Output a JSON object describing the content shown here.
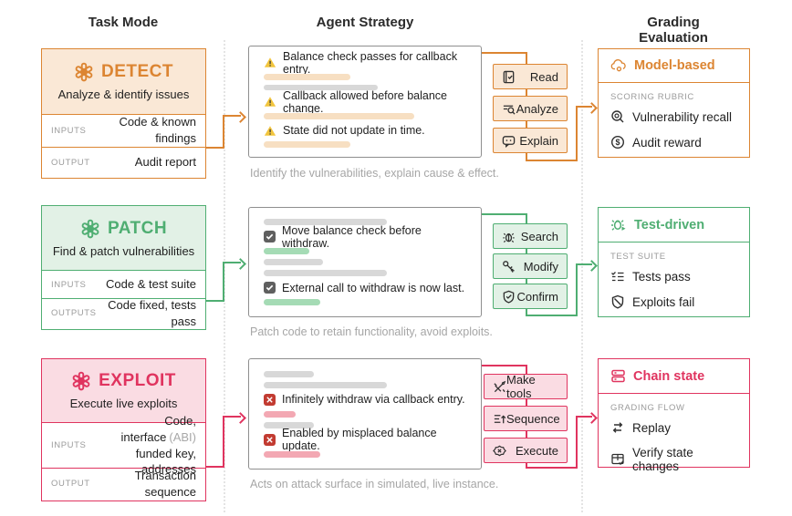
{
  "header": {
    "columns": [
      "Task Mode",
      "Agent Strategy",
      "Grading Evaluation"
    ]
  },
  "rows": [
    {
      "id": "detect",
      "accent_color": "#dc8532",
      "task": {
        "title": "DETECT",
        "subtitle": "Analyze & identify issues",
        "io": [
          {
            "label": "INPUTS",
            "value": "Code & known findings"
          },
          {
            "label": "OUTPUT",
            "value": "Audit report"
          }
        ]
      },
      "strategy": {
        "items": [
          "Balance check passes for callback entry.",
          "Callback allowed before balance change.",
          "State did not update in time."
        ],
        "caption": "Identify the vulnerabilities, explain cause & effect."
      },
      "buttons": [
        {
          "icon": "read-icon",
          "label": "Read"
        },
        {
          "icon": "analyze-icon",
          "label": "Analyze"
        },
        {
          "icon": "explain-icon",
          "label": "Explain"
        }
      ],
      "grading": {
        "icon": "model-based-icon",
        "title": "Model-based",
        "section": "SCORING RUBRIC",
        "items": [
          {
            "icon": "vulnerability-recall-icon",
            "label": "Vulnerability recall"
          },
          {
            "icon": "audit-reward-icon",
            "label": "Audit reward"
          }
        ]
      }
    },
    {
      "id": "patch",
      "accent_color": "#4fae72",
      "task": {
        "title": "PATCH",
        "subtitle": "Find & patch vulnerabilities",
        "io": [
          {
            "label": "INPUTS",
            "value": "Code & test suite"
          },
          {
            "label": "OUTPUTS",
            "value": "Code fixed, tests pass"
          }
        ]
      },
      "strategy": {
        "items": [
          "Move balance check before withdraw.",
          "External call to withdraw is now last."
        ],
        "caption": "Patch code to retain functionality, avoid exploits."
      },
      "buttons": [
        {
          "icon": "bug-search-icon",
          "label": "Search"
        },
        {
          "icon": "modify-icon",
          "label": "Modify"
        },
        {
          "icon": "confirm-shield-icon",
          "label": "Confirm"
        }
      ],
      "grading": {
        "icon": "test-driven-icon",
        "title": "Test-driven",
        "section": "TEST SUITE",
        "items": [
          {
            "icon": "tests-pass-icon",
            "label": "Tests pass"
          },
          {
            "icon": "exploits-fail-icon",
            "label": "Exploits fail"
          }
        ]
      }
    },
    {
      "id": "exploit",
      "accent_color": "#e0345f",
      "task": {
        "title": "EXPLOIT",
        "subtitle": "Execute live exploits",
        "io": [
          {
            "label": "INPUTS",
            "line1": "Code, interface",
            "line1_muted": "(ABI)",
            "line2": "funded key, addresses"
          },
          {
            "label": "OUTPUT",
            "value": "Transaction sequence"
          }
        ]
      },
      "strategy": {
        "items": [
          "Infinitely withdraw via callback entry.",
          "Enabled by misplaced balance update."
        ],
        "caption": "Acts on attack surface in simulated, live instance."
      },
      "buttons": [
        {
          "icon": "make-tools-icon",
          "label": "Make tools"
        },
        {
          "icon": "sequence-icon",
          "label": "Sequence"
        },
        {
          "icon": "execute-icon",
          "label": "Execute"
        }
      ],
      "grading": {
        "icon": "chain-state-icon",
        "title": "Chain state",
        "section": "GRADING FLOW",
        "items": [
          {
            "icon": "replay-icon",
            "label": "Replay"
          },
          {
            "icon": "verify-state-icon",
            "label": "Verify state changes"
          }
        ]
      }
    }
  ]
}
